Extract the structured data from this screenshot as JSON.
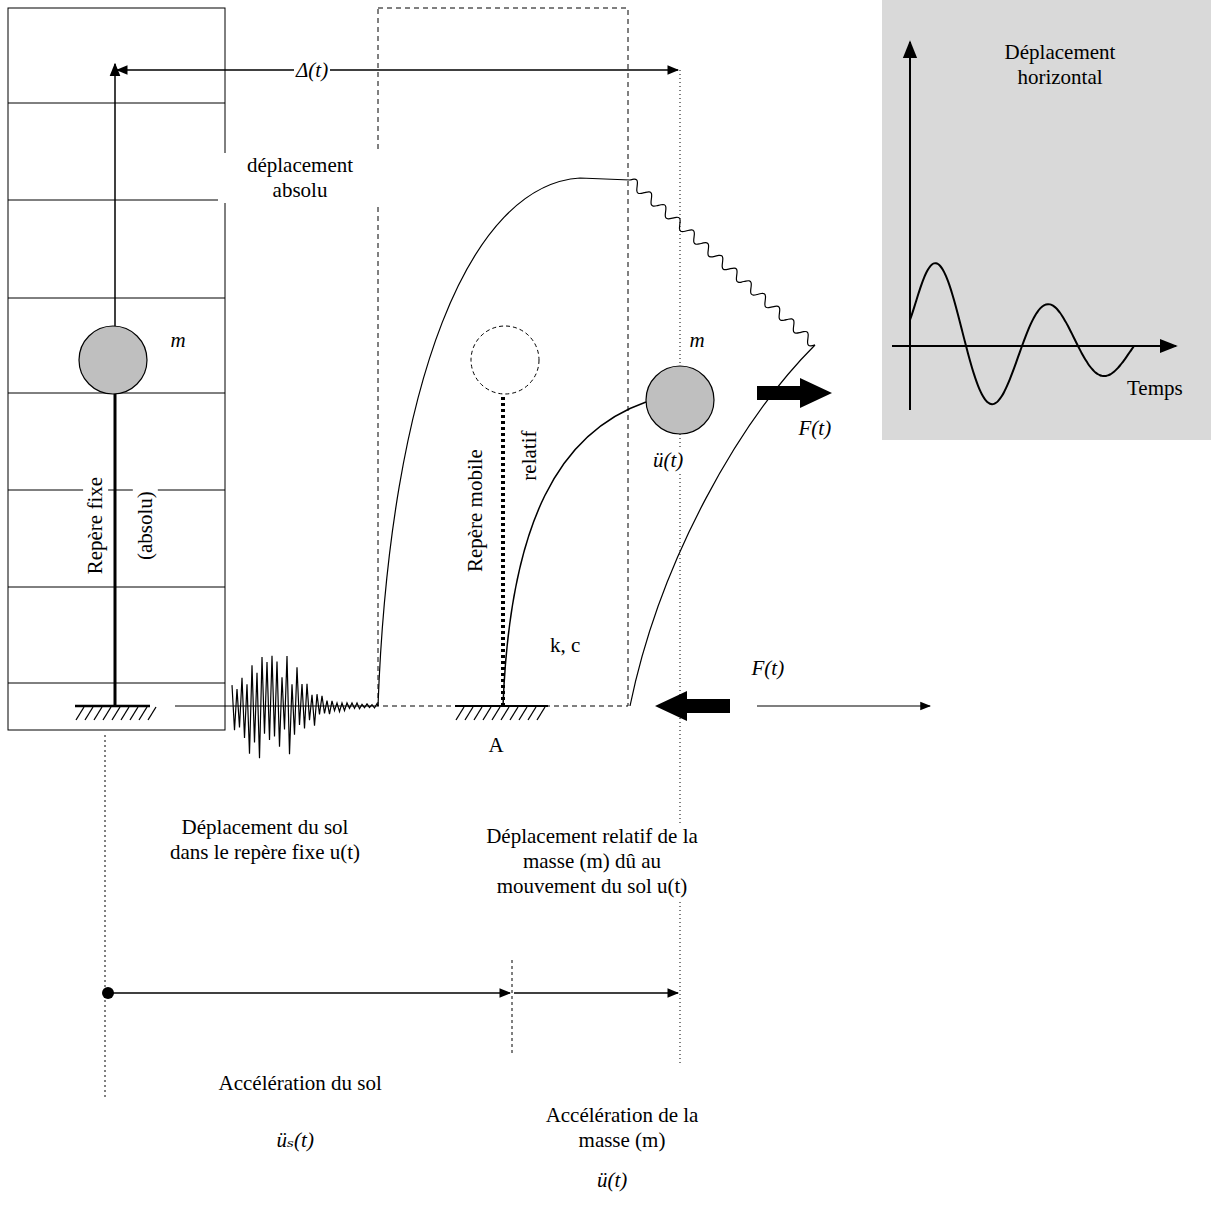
{
  "diagram": {
    "nodes": [
      {
        "text": [
          "m",
          "Repère fixe",
          "(absolu)"
        ]
      },
      {
        "text": [
          "Repère mobile",
          "relatif",
          "k, c"
        ]
      },
      {
        "text": [
          "Déplacement horizontal",
          "Temps"
        ]
      }
    ],
    "labels": [
      "Δ(t)",
      "déplacement absolu",
      "m",
      "ü(t)",
      "F(t)",
      "F(t)",
      "A",
      "Déplacement du sol dans le repère fixe u(t)",
      "Déplacement relatif de la masse (m) dû au mouvement du sol u(t)",
      "Accélération du sol",
      "üₛ(t)",
      "Accélération de la masse (m)",
      "ü(t)"
    ]
  }
}
